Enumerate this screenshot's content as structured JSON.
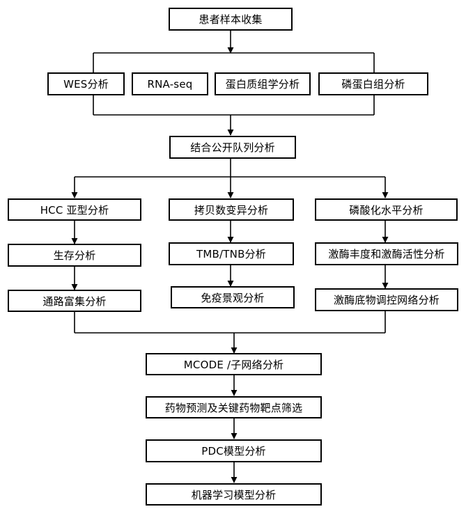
{
  "nodes": {
    "collect": "患者样本收集",
    "wes": "WES分析",
    "rnaseq": "RNA-seq",
    "proteomics": "蛋白质组学分析",
    "phospho": "磷蛋白组分析",
    "cohort": "结合公开队列分析",
    "hcc_subtype": "HCC 亚型分析",
    "survival": "生存分析",
    "pathway": "通路富集分析",
    "cnv": "拷贝数变异分析",
    "tmb": "TMB/TNB分析",
    "immune": "免疫景观分析",
    "phos_level": "磷酸化水平分析",
    "kinase_abundance": "激酶丰度和激酶活性分析",
    "kinase_network": "激酶底物调控网络分析",
    "mcode": "MCODE /子网络分析",
    "drug": "药物预测及关键药物靶点筛选",
    "pdc": "PDC模型分析",
    "ml": "机器学习模型分析"
  },
  "style": {
    "line_color": "#000000",
    "box_border": "#000000",
    "background": "#ffffff"
  }
}
